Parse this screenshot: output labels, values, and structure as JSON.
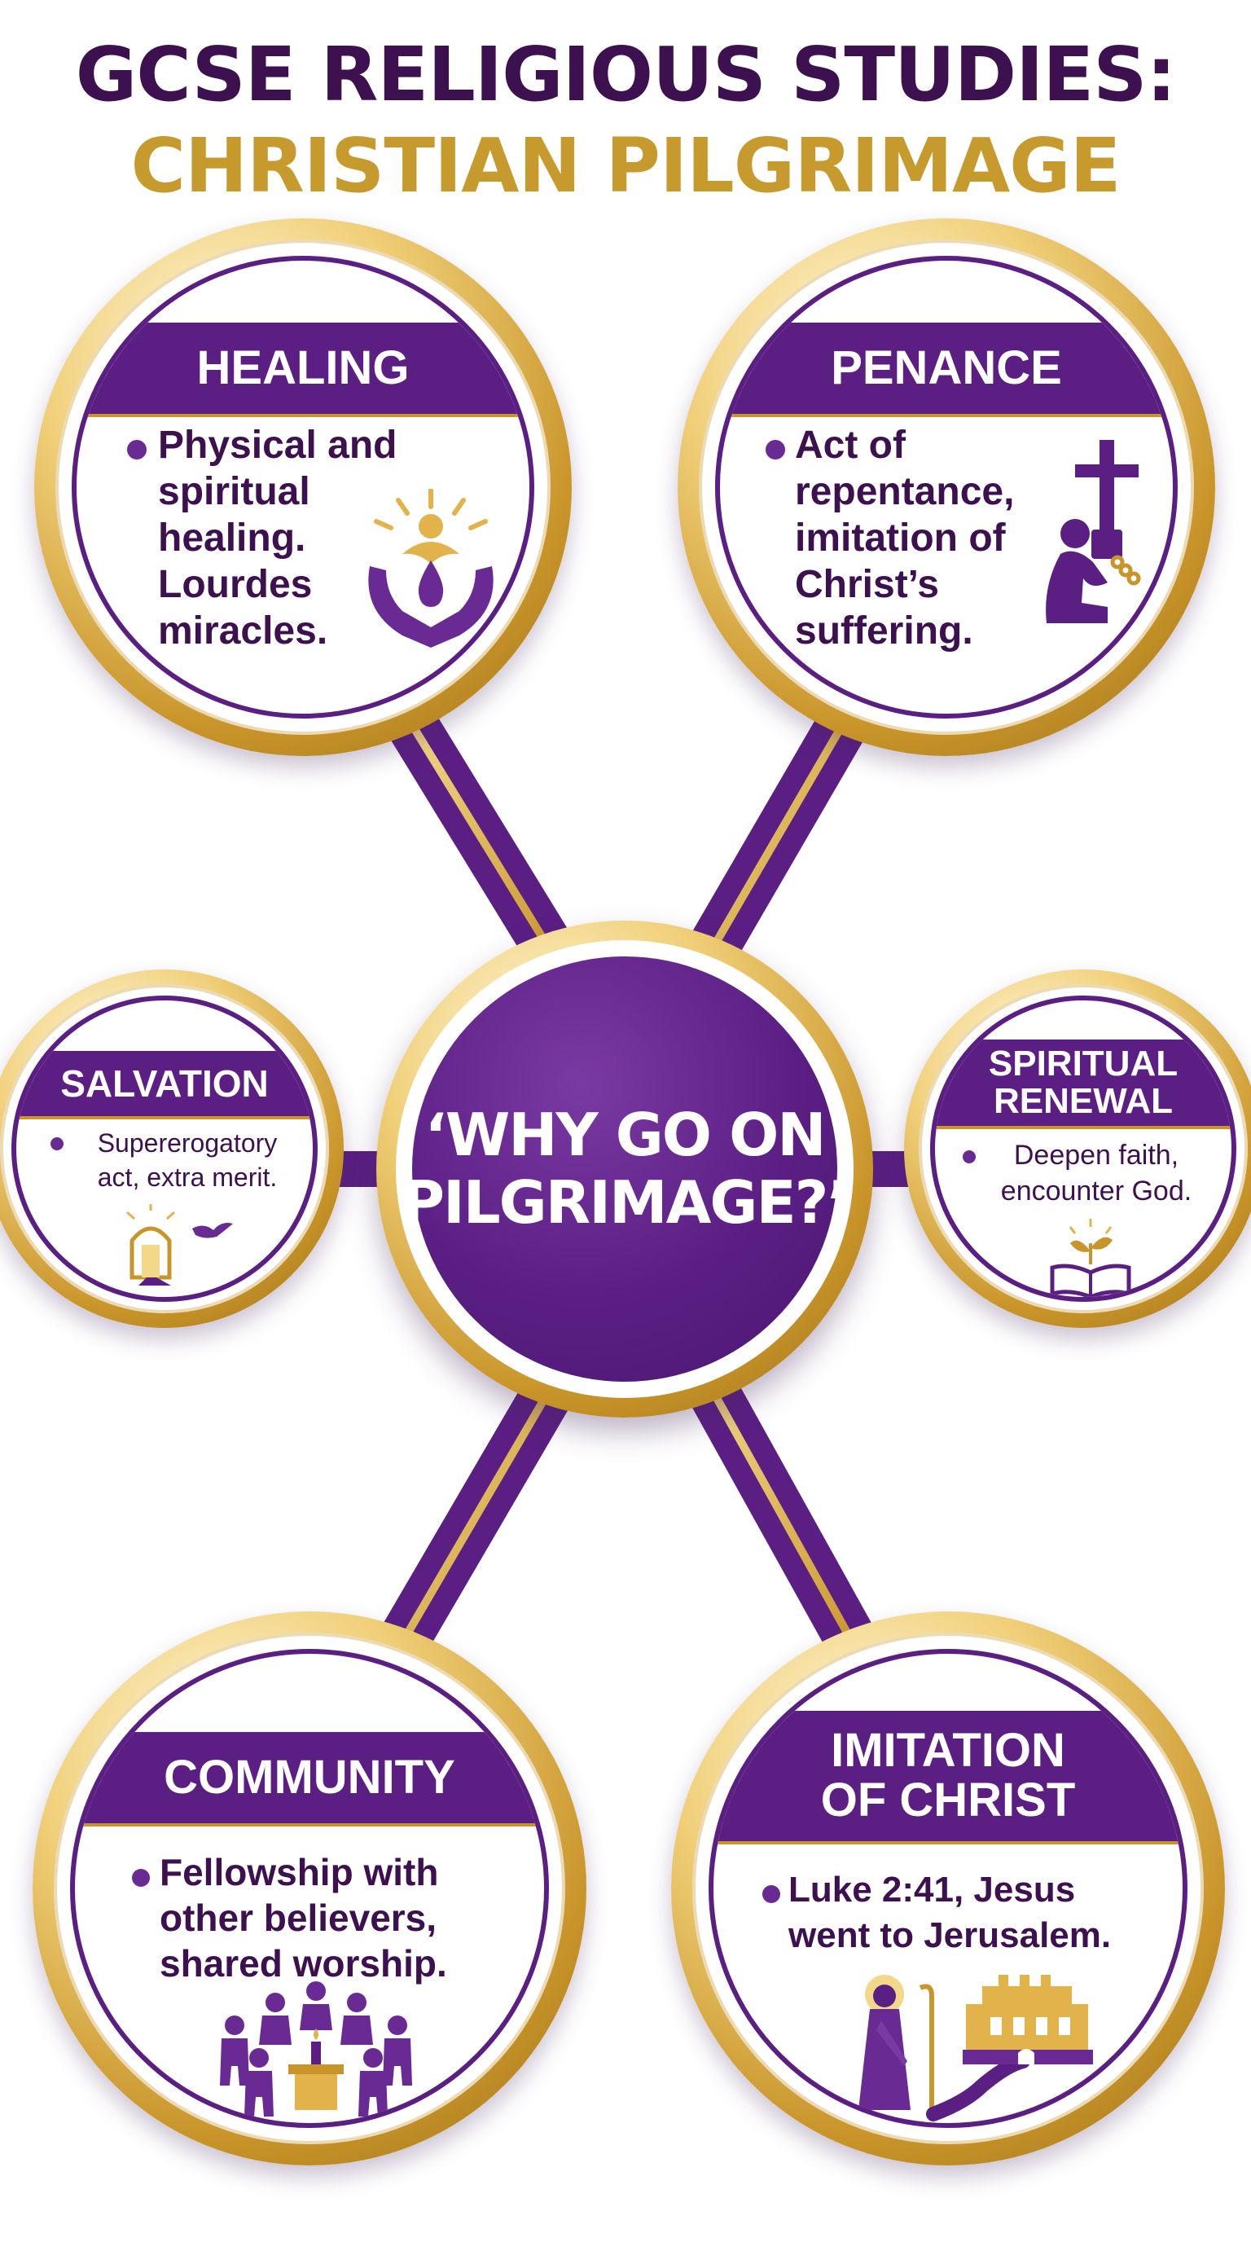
{
  "title": {
    "line1": "GCSE RELIGIOUS STUDIES:",
    "line2": "CHRISTIAN PILGRIMAGE"
  },
  "center": {
    "line1": "‘WHY GO ON",
    "line2": "PILGRIMAGE?’"
  },
  "nodes": {
    "healing": {
      "title": "HEALING",
      "lines": [
        "Physical and",
        "spiritual",
        "healing.",
        "Lourdes",
        "miracles."
      ]
    },
    "penance": {
      "title": "PENANCE",
      "lines": [
        "Act of",
        "repentance,",
        "imitation of",
        "Christ’s",
        "suffering."
      ]
    },
    "salvation": {
      "title": "SALVATION",
      "lines": [
        "Supererogatory",
        "act, extra merit."
      ]
    },
    "renewal": {
      "title_line1": "SPIRITUAL",
      "title_line2": "RENEWAL",
      "lines": [
        "Deepen faith,",
        "encounter God."
      ]
    },
    "community": {
      "title": "COMMUNITY",
      "lines": [
        "Fellowship with",
        "other believers,",
        "shared worship."
      ]
    },
    "imitation": {
      "title_line1": "IMITATION",
      "title_line2": "OF CHRIST",
      "lines": [
        "Luke 2:41, Jesus",
        "went to Jerusalem."
      ]
    }
  },
  "icons": {
    "healing": "healing-hands-icon",
    "penance": "kneeling-penitent-cross-icon",
    "salvation": "heavenly-gate-dove-icon",
    "renewal": "open-bible-sprout-icon",
    "community": "community-worship-icon",
    "imitation": "jesus-jerusalem-icon"
  },
  "colors": {
    "purple": "#5b1f84",
    "dark_purple": "#3d1150",
    "gold": "#c9952a"
  }
}
